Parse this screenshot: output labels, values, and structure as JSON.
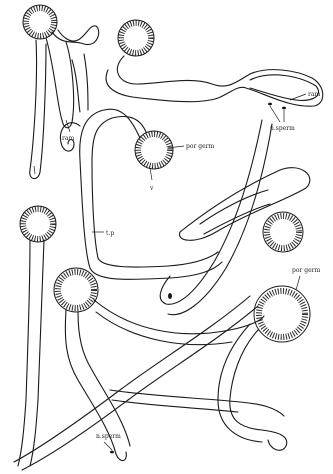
{
  "figure": {
    "labels": {
      "ram_top": "ram",
      "ram_left": "ram",
      "n_sperm_top": "n.sperm",
      "por_germ_center": "por germ",
      "v": "v",
      "tp": "t.p",
      "por_germ_right": "por germ",
      "n_sperm_bottom": "n.sperm"
    },
    "structures": [
      "pollen-grain",
      "germ-pore",
      "pollen-tube",
      "tube-nucleus",
      "sperm-nucleus",
      "branch"
    ],
    "colors": {
      "line": "#1a1a1a",
      "background": "#ffffff"
    }
  }
}
